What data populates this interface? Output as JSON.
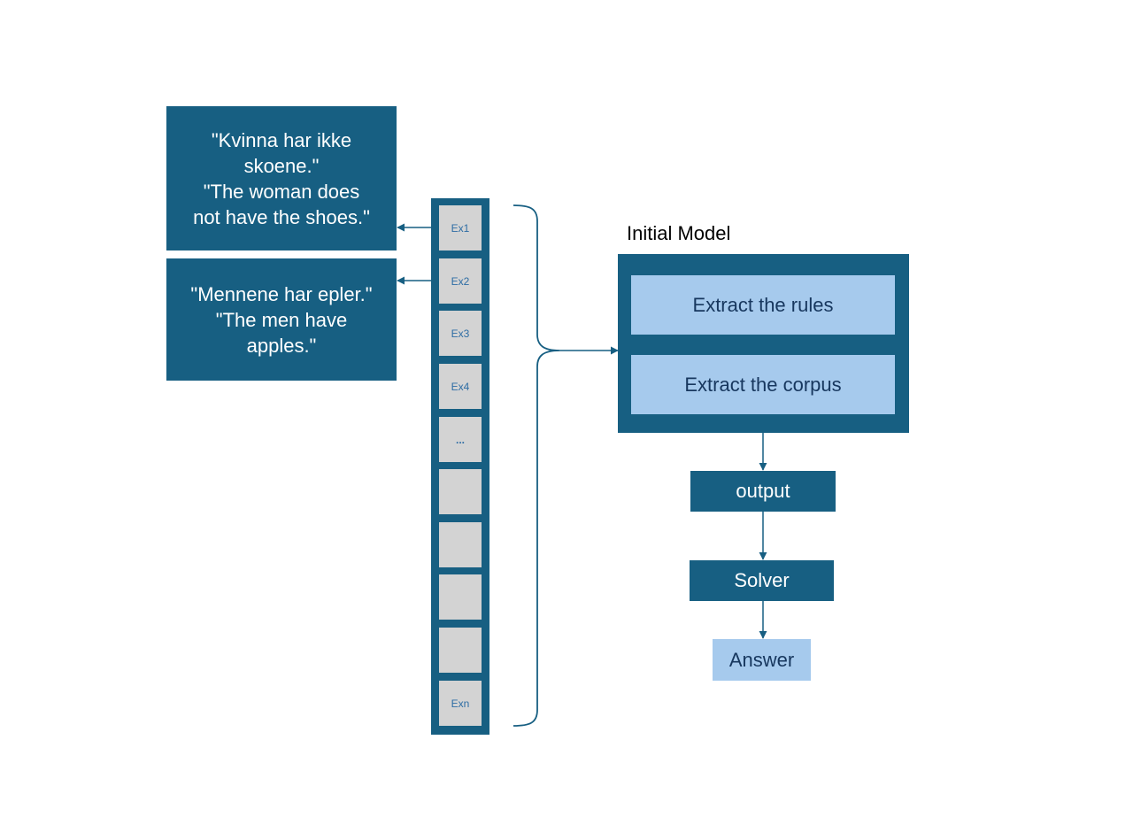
{
  "examples": [
    {
      "text": "\"Kvinna har ikke\nskoene.\"\n   \"The woman does\nnot have the shoes.\""
    },
    {
      "text": "\"Mennene har epler.\"\n    \"The men have\napples.\""
    }
  ],
  "strip_cells": [
    "Ex1",
    "Ex2",
    "Ex3",
    "Ex4",
    "...",
    "",
    "",
    "",
    "",
    "Exn"
  ],
  "model": {
    "label": "Initial Model",
    "steps": [
      "Extract the rules",
      "Extract the corpus"
    ]
  },
  "pipeline": {
    "output": "output",
    "solver": "Solver",
    "answer": "Answer"
  },
  "colors": {
    "dark": "#175f82",
    "light": "#a6caed",
    "cell": "#d3d3d3"
  }
}
